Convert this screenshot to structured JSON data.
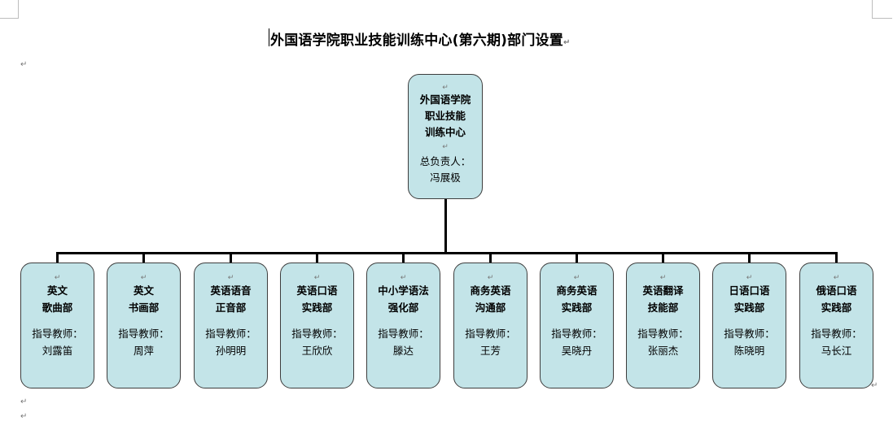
{
  "title": "外国语学院职业技能训练中心(第六期)部门设置",
  "root": {
    "name_lines": [
      "外国语学院",
      "职业技能",
      "训练中心"
    ],
    "role_label": "总负责人：",
    "person": "冯展极"
  },
  "departments": [
    {
      "name_lines": [
        "英文",
        "歌曲部"
      ],
      "role_label": "指导教师：",
      "teacher": "刘露笛"
    },
    {
      "name_lines": [
        "英文",
        "书画部"
      ],
      "role_label": "指导教师：",
      "teacher": "周萍"
    },
    {
      "name_lines": [
        "英语语音",
        "正音部"
      ],
      "role_label": "指导教师：",
      "teacher": "孙明明"
    },
    {
      "name_lines": [
        "英语口语",
        "实践部"
      ],
      "role_label": "指导教师：",
      "teacher": "王欣欣"
    },
    {
      "name_lines": [
        "中小学语法",
        "强化部"
      ],
      "role_label": "指导教师：",
      "teacher": "滕达"
    },
    {
      "name_lines": [
        "商务英语",
        "沟通部"
      ],
      "role_label": "指导教师：",
      "teacher": "王芳"
    },
    {
      "name_lines": [
        "商务英语",
        "实践部"
      ],
      "role_label": "指导教师：",
      "teacher": "吴晓丹"
    },
    {
      "name_lines": [
        "英语翻译",
        "技能部"
      ],
      "role_label": "指导教师：",
      "teacher": "张丽杰"
    },
    {
      "name_lines": [
        "日语口语",
        "实践部"
      ],
      "role_label": "指导教师：",
      "teacher": "陈晓明"
    },
    {
      "name_lines": [
        "俄语口语",
        "实践部"
      ],
      "role_label": "指导教师：",
      "teacher": "马长江"
    }
  ]
}
